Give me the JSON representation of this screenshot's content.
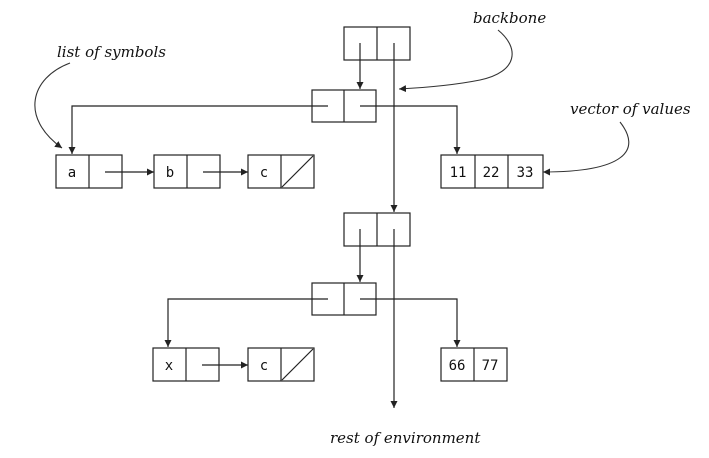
{
  "labels": {
    "backbone": "backbone",
    "list_of_symbols": "list of symbols",
    "vector_of_values": "vector of values",
    "rest_of_environment": "rest of environment"
  },
  "frame1": {
    "symbols": [
      "a",
      "b",
      "c"
    ],
    "values": [
      "11",
      "22",
      "33"
    ]
  },
  "frame2": {
    "symbols": [
      "x",
      "c"
    ],
    "values": [
      "66",
      "77"
    ]
  }
}
